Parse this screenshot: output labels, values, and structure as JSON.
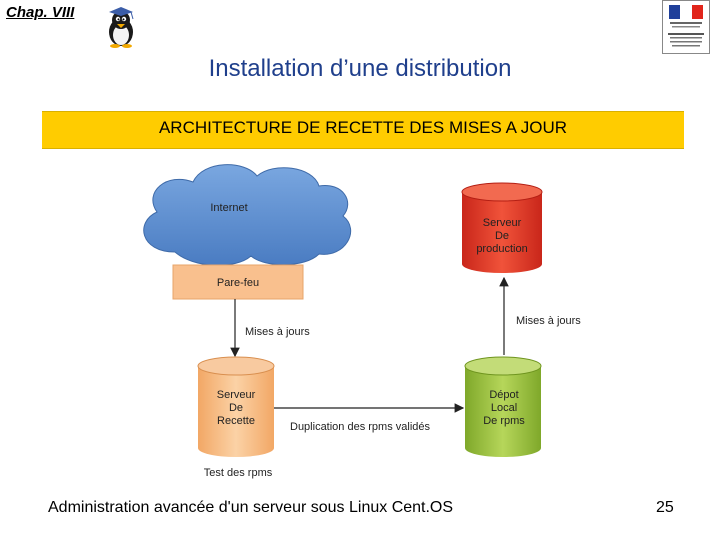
{
  "header": {
    "chapter": "Chap. VIII",
    "title": "Installation d’une distribution"
  },
  "banner": {
    "text": "ARCHITECTURE DE RECETTE DES MISES A JOUR"
  },
  "diagram": {
    "internet": "Internet",
    "firewall": "Pare-feu",
    "updates_left": "Mises à jours",
    "recette_server": [
      "Serveur",
      "De",
      "Recette"
    ],
    "test_rpms": "Test des rpms",
    "duplication": "Duplication des rpms validés",
    "depot": [
      "Dépot",
      "Local",
      "De rpms"
    ],
    "updates_right": "Mises à jours",
    "production_server": [
      "Serveur",
      "De",
      "production"
    ],
    "colors": {
      "cloud": "#5b8ed0",
      "firewall": "#f9c08e",
      "recette": "#f7bf86",
      "depot": "#9bc33c",
      "production": "#e8321f"
    }
  },
  "footer": {
    "text": "Administration avancée d'un serveur sous Linux Cent.OS",
    "page": "25"
  }
}
